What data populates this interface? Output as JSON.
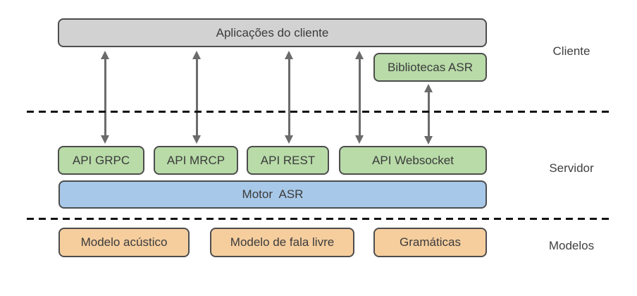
{
  "diagram": {
    "type": "layered-architecture",
    "nodes": {
      "client_apps": {
        "label": "Aplicações do cliente",
        "fill": "#d2d2d2",
        "layer": "Cliente"
      },
      "asr_libraries": {
        "label": "Bibliotecas ASR",
        "fill": "#b8dba8",
        "layer": "Cliente"
      },
      "api_grpc": {
        "label": "API GRPC",
        "fill": "#b8dba8",
        "layer": "Servidor"
      },
      "api_mrcp": {
        "label": "API MRCP",
        "fill": "#b8dba8",
        "layer": "Servidor"
      },
      "api_rest": {
        "label": "API REST",
        "fill": "#b8dba8",
        "layer": "Servidor"
      },
      "api_websocket": {
        "label": "API Websocket",
        "fill": "#b8dba8",
        "layer": "Servidor"
      },
      "asr_engine": {
        "label": "Motor  ASR",
        "fill": "#a7c8e8",
        "layer": "Servidor"
      },
      "acoustic_model": {
        "label": "Modelo acústico",
        "fill": "#f6ce9e",
        "layer": "Modelos"
      },
      "free_speech_model": {
        "label": "Modelo de fala livre",
        "fill": "#f6ce9e",
        "layer": "Modelos"
      },
      "grammars": {
        "label": "Gramáticas",
        "fill": "#f6ce9e",
        "layer": "Modelos"
      }
    },
    "layer_labels": {
      "client": "Cliente",
      "server": "Servidor",
      "models": "Modelos"
    },
    "arrows": [
      {
        "from": "client_apps",
        "to": "api_grpc",
        "bidirectional": true
      },
      {
        "from": "client_apps",
        "to": "api_mrcp",
        "bidirectional": true
      },
      {
        "from": "client_apps",
        "to": "api_rest",
        "bidirectional": true
      },
      {
        "from": "client_apps",
        "to": "api_websocket",
        "bidirectional": true
      },
      {
        "from": "asr_libraries",
        "to": "api_websocket",
        "bidirectional": true
      }
    ],
    "dividers": [
      {
        "between": [
          "Cliente",
          "Servidor"
        ],
        "style": "dashed"
      },
      {
        "between": [
          "Servidor",
          "Modelos"
        ],
        "style": "dashed"
      }
    ],
    "colors": {
      "node_border": "#4d4d4d",
      "arrow": "#6b6b6b",
      "divider": "#111111",
      "text": "#3b3b3b",
      "background": "#ffffff"
    }
  }
}
